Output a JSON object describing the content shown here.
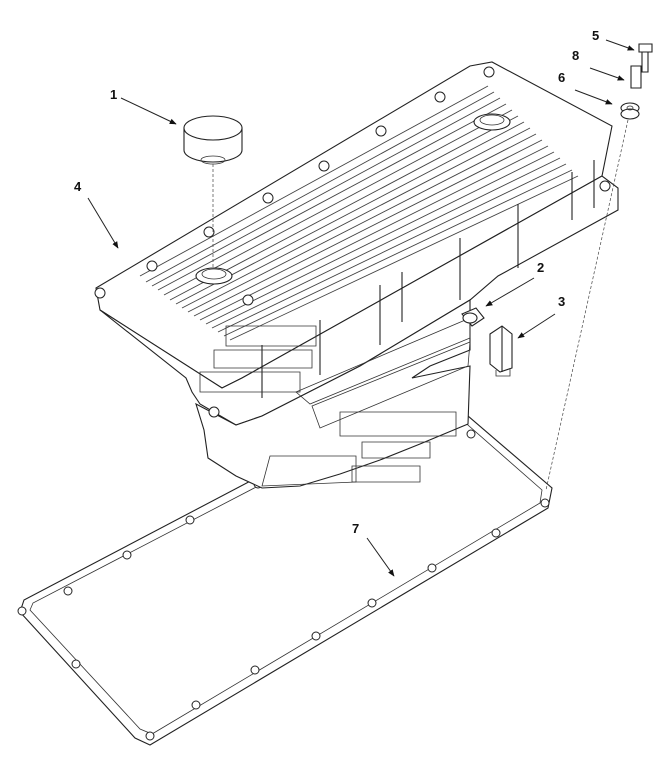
{
  "diagram": {
    "callouts": [
      {
        "id": "1",
        "label": "1",
        "part": "oil-filler-cap"
      },
      {
        "id": "2",
        "label": "2",
        "part": "drain-plug"
      },
      {
        "id": "3",
        "label": "3",
        "part": "elbow-fitting"
      },
      {
        "id": "4",
        "label": "4",
        "part": "oil-pan"
      },
      {
        "id": "5",
        "label": "5",
        "part": "bolt"
      },
      {
        "id": "6",
        "label": "6",
        "part": "washer"
      },
      {
        "id": "7",
        "label": "7",
        "part": "gasket"
      },
      {
        "id": "8",
        "label": "8",
        "part": "spacer"
      }
    ]
  }
}
